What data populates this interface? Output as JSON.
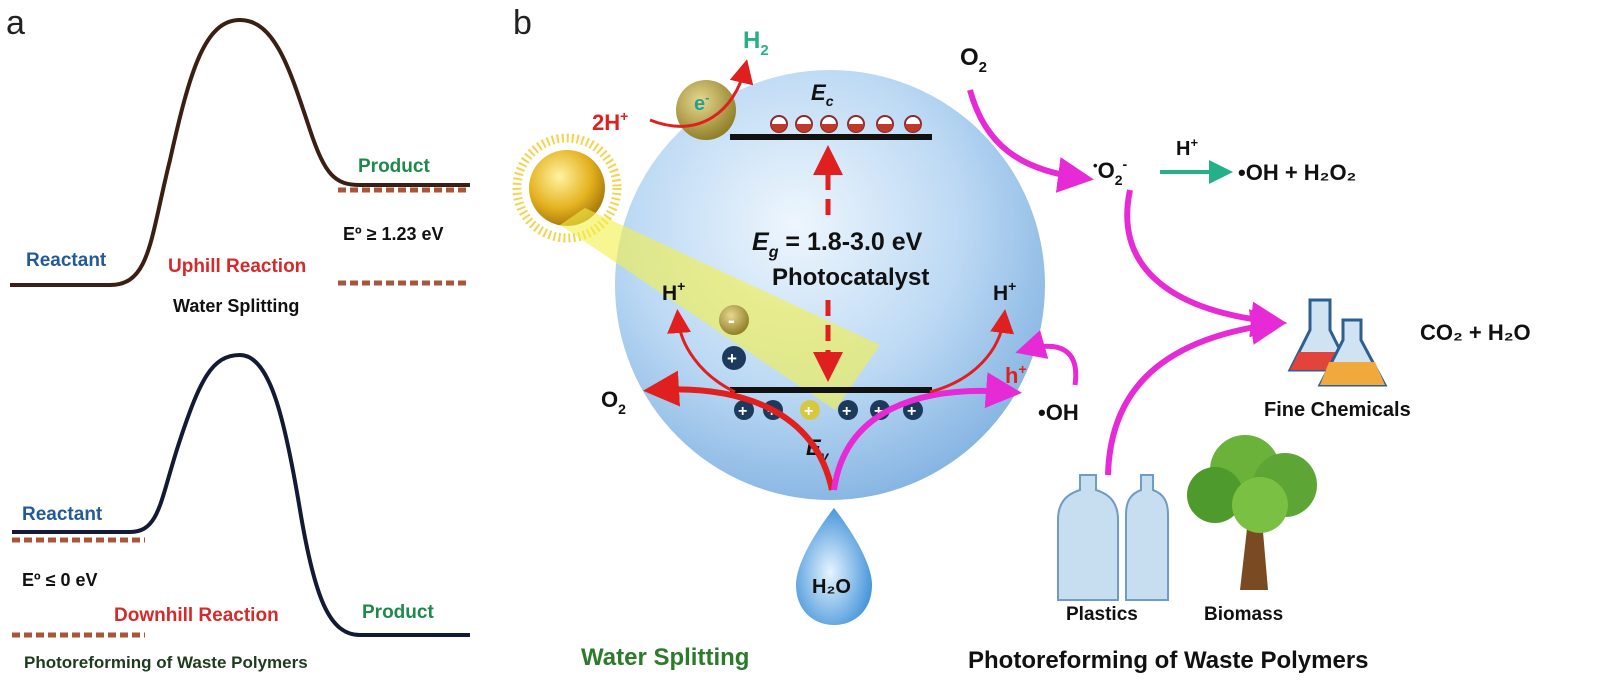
{
  "panel_a": {
    "label": "a",
    "top": {
      "reactant": "Reactant",
      "product": "Product",
      "energy": "Eº ≥ 1.23 eV",
      "reaction": "Uphill Reaction",
      "process": "Water Splitting"
    },
    "bottom": {
      "reactant": "Reactant",
      "product": "Product",
      "energy": "Eº ≤ 0 eV",
      "reaction": "Downhill Reaction",
      "process": "Photoreforming of Waste Polymers"
    }
  },
  "panel_b": {
    "label": "b",
    "h2_H": "H",
    "h2_sub": "2",
    "proton_2h": "2H",
    "plus": "+",
    "electron": "e",
    "minus": "-",
    "ec_E": "E",
    "ec_sub": "c",
    "eg_E": "E",
    "eg_sub": "g",
    "eg_value": " = 1.8-3.0 eV",
    "photocatalyst": "Photocatalyst",
    "h_plus_left": "H",
    "h_plus_right": "H",
    "o2_left_O": "O",
    "o2_left_sub": "2",
    "ev_E": "E",
    "ev_sub": "v",
    "water": "H₂O",
    "water_caption": "Water Splitting",
    "o2_top_O": "O",
    "o2_top_sub": "2",
    "superoxide_dot": "•",
    "superoxide_O": "O",
    "superoxide_sub": "2",
    "superoxide_sup": "-",
    "arrow_h_plus": "H",
    "oh_h2o2": "•OH + H₂O₂",
    "hole": "h",
    "hydroxyl": "•OH",
    "co2_h2o": "CO₂ + H₂O",
    "fine_chemicals": "Fine Chemicals",
    "plastics": "Plastics",
    "biomass": "Biomass",
    "waste_caption": "Photoreforming of Waste Polymers"
  },
  "colors": {
    "blue_label": "#245a96",
    "green_label": "#1e8a4a",
    "red_label": "#d62a2a",
    "caption_green": "#2c7a2c",
    "magenta_arrow": "#e62bd6",
    "red_arrow": "#e01f1f",
    "curve_top": "#3a1f14",
    "curve_bottom": "#141a33",
    "sphere": "#a9cdee",
    "dots": "#a8553a"
  }
}
